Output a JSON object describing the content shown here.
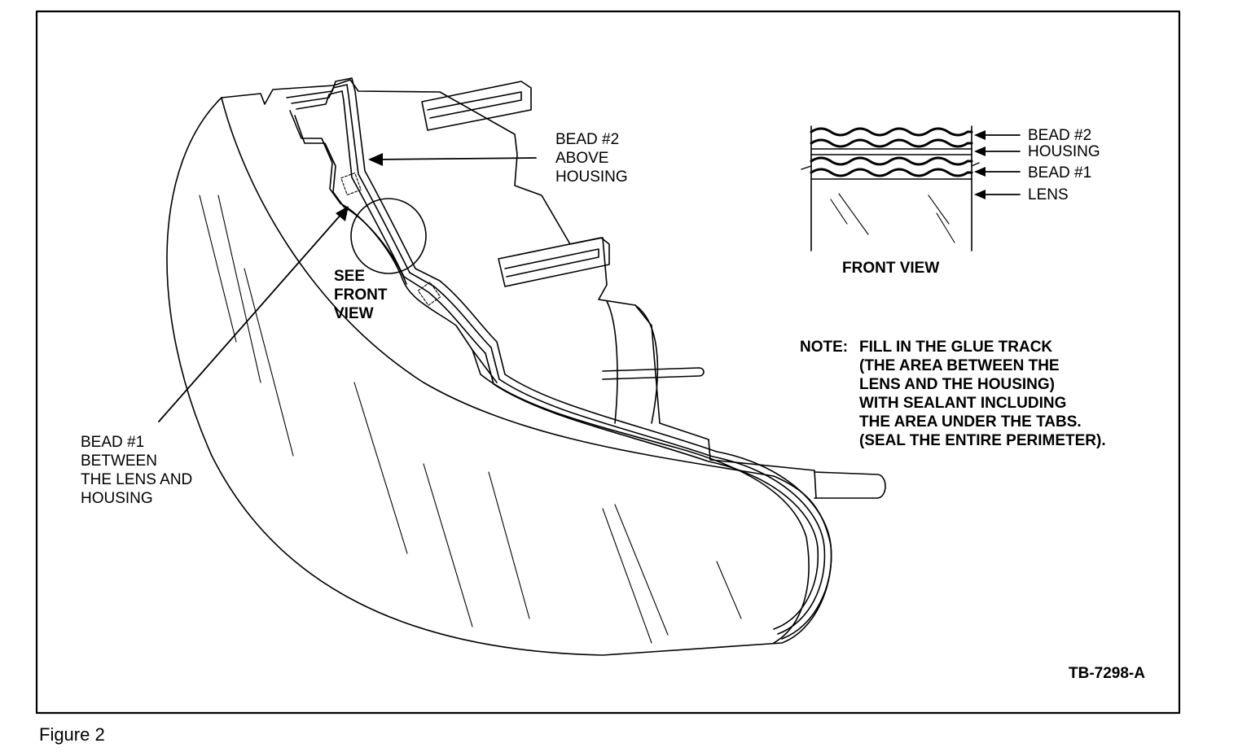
{
  "figure": {
    "caption": "Figure 2",
    "code": "TB-7298-A"
  },
  "callouts": {
    "bead2_above": "BEAD #2\nABOVE\nHOUSING",
    "bead1_between": "BEAD #1\nBETWEEN\nTHE LENS AND\nHOUSING",
    "see_front_view": "SEE\nFRONT\nVIEW"
  },
  "front_view": {
    "title": "FRONT VIEW",
    "layers": [
      "BEAD #2",
      "HOUSING",
      "BEAD #1",
      "LENS"
    ]
  },
  "note": {
    "prefix": "NOTE:",
    "lines": [
      "FILL IN THE GLUE TRACK",
      "(THE AREA BETWEEN THE",
      "LENS AND THE HOUSING)",
      "WITH SEALANT INCLUDING",
      "THE AREA UNDER THE TABS.",
      "(SEAL THE ENTIRE PERIMETER)."
    ]
  }
}
